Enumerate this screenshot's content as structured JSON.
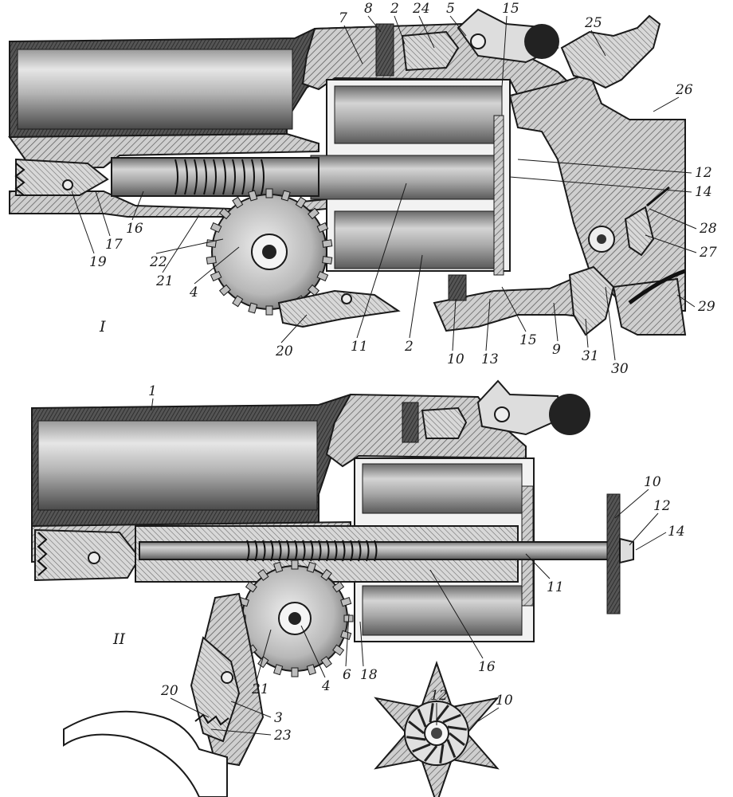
{
  "figure": {
    "views": [
      {
        "id": "view-1",
        "label": "I",
        "callouts": [
          {
            "text": "7"
          },
          {
            "text": "8"
          },
          {
            "text": "2"
          },
          {
            "text": "24"
          },
          {
            "text": "5"
          },
          {
            "text": "15"
          },
          {
            "text": "25"
          },
          {
            "text": "26"
          },
          {
            "text": "12"
          },
          {
            "text": "14"
          },
          {
            "text": "28"
          },
          {
            "text": "27"
          },
          {
            "text": "29"
          },
          {
            "text": "30"
          },
          {
            "text": "31"
          },
          {
            "text": "9"
          },
          {
            "text": "15"
          },
          {
            "text": "13"
          },
          {
            "text": "10"
          },
          {
            "text": "2"
          },
          {
            "text": "11"
          },
          {
            "text": "20"
          },
          {
            "text": "4"
          },
          {
            "text": "21"
          },
          {
            "text": "22"
          },
          {
            "text": "16"
          },
          {
            "text": "17"
          },
          {
            "text": "19"
          }
        ]
      },
      {
        "id": "view-2",
        "label": "II",
        "callouts": [
          {
            "text": "1"
          },
          {
            "text": "10"
          },
          {
            "text": "12"
          },
          {
            "text": "14"
          },
          {
            "text": "11"
          },
          {
            "text": "16"
          },
          {
            "text": "18"
          },
          {
            "text": "6"
          },
          {
            "text": "4"
          },
          {
            "text": "21"
          },
          {
            "text": "20"
          },
          {
            "text": "3"
          },
          {
            "text": "23"
          },
          {
            "text": "12"
          },
          {
            "text": "10"
          }
        ]
      }
    ]
  }
}
